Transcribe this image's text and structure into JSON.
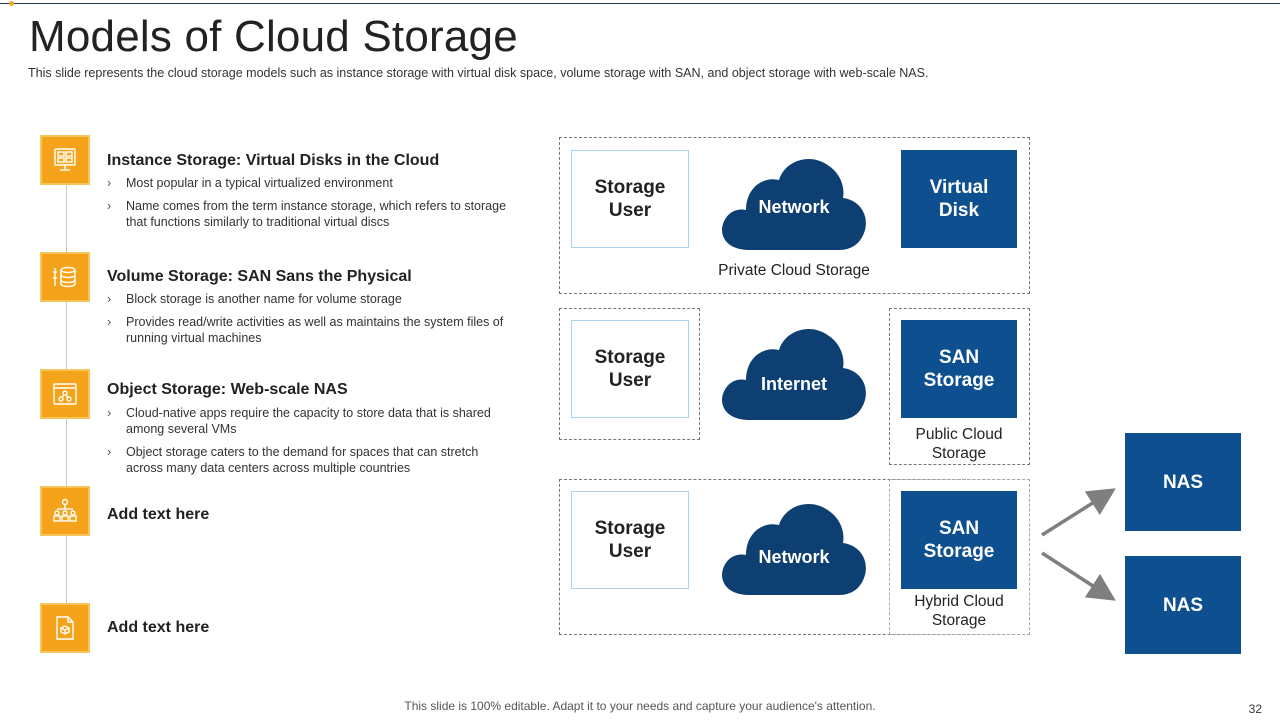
{
  "title": "Models of Cloud Storage",
  "subtitle": "This slide represents the cloud storage models such as instance storage with virtual disk space, volume  storage with SAN, and object storage with web-scale NAS.",
  "sections": [
    {
      "title": "Instance Storage: Virtual Disks in the Cloud",
      "icon": "server-grid-icon",
      "bullets": [
        "Most popular  in a typical virtualized  environment",
        "Name comes from the term instance storage, which refers to storage that functions similarly to traditional virtual discs"
      ]
    },
    {
      "title": "Volume Storage: SAN Sans the Physical",
      "icon": "database-stack-icon",
      "bullets": [
        "Block storage is another name for volume storage",
        "Provides read/write activities as well as maintains the system files of running virtual  machines"
      ]
    },
    {
      "title": "Object Storage: Web-scale NAS",
      "icon": "browser-window-icon",
      "bullets": [
        "Cloud-native  apps require the capacity to store data that is shared among several  VMs",
        "Object storage caters to the demand for spaces that can stretch across many data centers across multiple countries"
      ]
    },
    {
      "title": "Add text here",
      "icon": "network-people-icon",
      "bullets": []
    },
    {
      "title": "Add text here",
      "icon": "document-cube-icon",
      "bullets": []
    }
  ],
  "bullet_marker": "›",
  "diagram": {
    "private": {
      "user": "Storage User",
      "cloud": "Network",
      "box": "Virtual Disk",
      "caption": "Private Cloud Storage"
    },
    "public": {
      "user": "Storage User",
      "cloud": "Internet",
      "box": "SAN Storage",
      "caption": "Public Cloud Storage"
    },
    "hybrid": {
      "user": "Storage User",
      "cloud": "Network",
      "box": "SAN Storage",
      "caption": "Hybrid Cloud Storage"
    },
    "nas": [
      "NAS",
      "NAS"
    ]
  },
  "colors": {
    "accent": "#f5a31a",
    "box_blue": "#0e4f8f",
    "cloud_navy": "#0d3f73"
  },
  "footer": "This slide is 100% editable. Adapt it to your needs and capture your audience's attention.",
  "page_number": "32"
}
